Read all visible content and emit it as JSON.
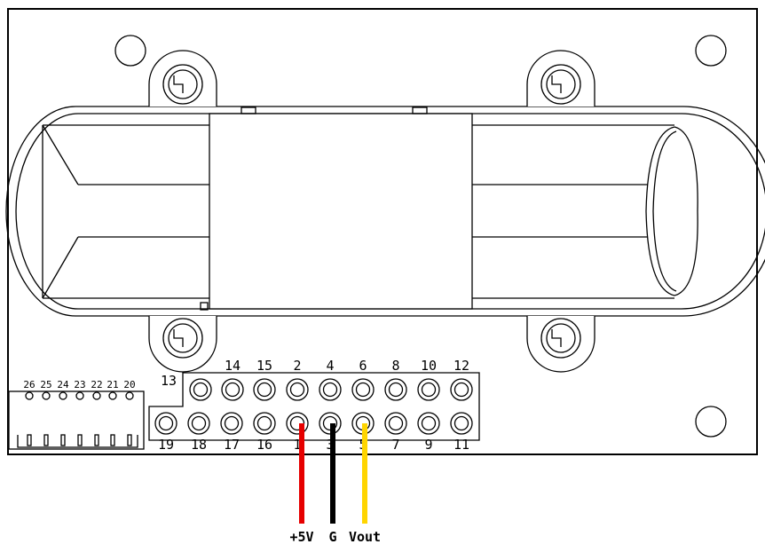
{
  "header_top_row": {
    "corner_label": "13",
    "labels": [
      "14",
      "15",
      "2",
      "4",
      "6",
      "8",
      "10",
      "12"
    ]
  },
  "header_bottom_row": {
    "labels": [
      "19",
      "18",
      "17",
      "16",
      "1",
      "3",
      "5",
      "7",
      "9",
      "11"
    ]
  },
  "small_connector": {
    "labels": [
      "26",
      "25",
      "24",
      "23",
      "22",
      "21",
      "20"
    ]
  },
  "wires": [
    {
      "label": "+5V",
      "color": "#e60000",
      "pin": "1"
    },
    {
      "label": "G",
      "color": "#000000",
      "pin": "3"
    },
    {
      "label": "Vout",
      "color": "#ffd500",
      "pin": "5"
    }
  ]
}
